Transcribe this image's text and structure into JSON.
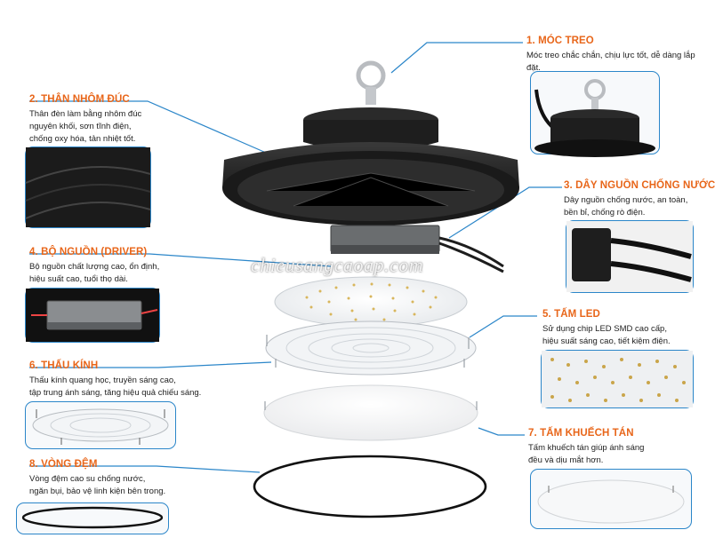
{
  "watermark": "chieusangcaoap.com",
  "accent_color": "#e8661a",
  "callout_color": "#2b86c9",
  "parts": [
    {
      "id": "moc-treo",
      "title": "1. MÓC TREO",
      "desc": [
        "Móc treo chắc chắn, chịu lực tốt, dễ dàng lắp đặt."
      ]
    },
    {
      "id": "than-nhom-duc",
      "title": "2. THÂN NHÔM ĐÚC",
      "desc": [
        "Thân đèn làm bằng nhôm đúc",
        "nguyên khối, sơn tĩnh điện,",
        "chống oxy hóa, tản nhiệt tốt."
      ]
    },
    {
      "id": "day-nguon",
      "title": "3. DÂY NGUỒN CHỐNG NƯỚC",
      "desc": [
        "Dây nguồn chống nước, an toàn,",
        "bền bỉ, chống rò điện."
      ]
    },
    {
      "id": "bo-nguon",
      "title": "4. BỘ NGUỒN (DRIVER)",
      "desc": [
        "Bộ nguồn chất lượng cao, ổn định,",
        "hiệu suất cao, tuổi thọ dài."
      ]
    },
    {
      "id": "tam-led",
      "title": "5. TẤM LED",
      "desc": [
        "Sử dụng chip LED SMD cao cấp,",
        "hiệu suất sáng cao, tiết kiệm điện."
      ]
    },
    {
      "id": "thau-kinh",
      "title": "6. THẤU KÍNH",
      "desc": [
        "Thấu kính quang học, truyền sáng cao,",
        "tập trung ánh sáng, tăng hiệu quả chiếu sáng."
      ]
    },
    {
      "id": "tam-khuech-tan",
      "title": "7. TẤM KHUẾCH TÁN",
      "desc": [
        "Tấm khuếch tán giúp ánh sáng",
        "đều và dịu mắt hơn."
      ]
    },
    {
      "id": "vong-dem",
      "title": "8. VÒNG ĐỆM",
      "desc": [
        "Vòng đệm cao su chống nước,",
        "ngăn bụi, bảo vệ linh kiện bên trong."
      ]
    }
  ]
}
